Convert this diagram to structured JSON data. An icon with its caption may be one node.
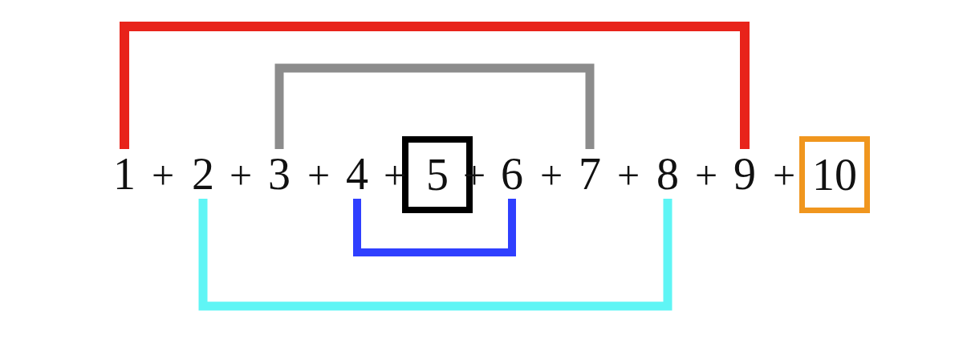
{
  "diagram": {
    "nodes": [
      {
        "text": [
          "1"
        ]
      },
      {
        "text": [
          "2"
        ]
      },
      {
        "text": [
          "3"
        ]
      },
      {
        "text": [
          "4"
        ]
      },
      {
        "text": [
          "5"
        ]
      },
      {
        "text": [
          "6"
        ]
      },
      {
        "text": [
          "7"
        ]
      },
      {
        "text": [
          "8"
        ]
      },
      {
        "text": [
          "9"
        ]
      },
      {
        "text": [
          "10"
        ]
      }
    ],
    "edges": [
      {
        "from": 0,
        "to": 8,
        "arrow": "none",
        "color": "#e8231a"
      },
      {
        "from": 2,
        "to": 6,
        "arrow": "none",
        "color": "#8c8c8c"
      },
      {
        "from": 3,
        "to": 5,
        "arrow": "none",
        "color": "#2f3fff"
      },
      {
        "from": 1,
        "to": 7,
        "arrow": "none",
        "color": "#5ff5f5"
      }
    ],
    "labels": [
      "+",
      "+",
      "+",
      "+",
      "+",
      "+",
      "+",
      "+",
      "+"
    ]
  }
}
